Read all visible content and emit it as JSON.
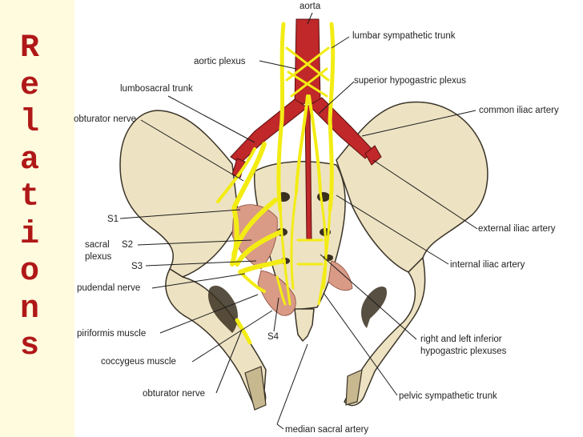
{
  "slide": {
    "title_letters": [
      "R",
      "e",
      "l",
      "a",
      "t",
      "i",
      "o",
      "n",
      "s"
    ],
    "title_color": "#b01818"
  },
  "labels": {
    "aorta": "aorta",
    "lumbar_sympathetic_trunk": "lumbar sympathetic trunk",
    "aortic_plexus": "aortic plexus",
    "superior_hypogastric_plexus": "superior hypogastric plexus",
    "lumbosacral_trunk": "lumbosacral trunk",
    "common_iliac_artery": "common iliac artery",
    "obturator_nerve_top": "obturator nerve",
    "external_iliac_artery": "external iliac artery",
    "s1": "S1",
    "s2": "S2",
    "s3": "S3",
    "s4": "S4",
    "sacral": "sacral",
    "plexus": "plexus",
    "internal_iliac_artery": "internal iliac artery",
    "pudendal_nerve": "pudendal nerve",
    "piriformis_muscle": "piriformis muscle",
    "coccygeus_muscle": "coccygeus muscle",
    "inferior_hypogastric_line1": "right and left inferior",
    "inferior_hypogastric_line2": "hypogastric plexuses",
    "obturator_nerve_bottom": "obturator nerve",
    "pelvic_sympathetic_trunk": "pelvic sympathetic trunk",
    "median_sacral_artery": "median sacral artery"
  },
  "colors": {
    "bone": "#ede2c2",
    "bone_outline": "#3a3428",
    "artery": "#c0282a",
    "nerve": "#f3ec14",
    "muscle": "#d99a86",
    "background": "#fffbde"
  }
}
